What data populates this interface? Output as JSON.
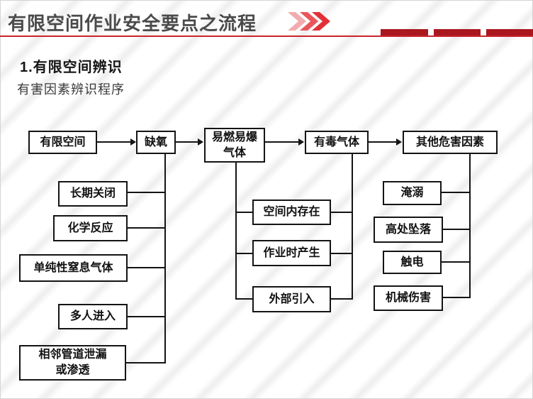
{
  "header": {
    "title": "有限空间作业安全要点之流程",
    "chevrons_icon": "triple-right-chevron",
    "accent_line_color": "#c9262c",
    "dash_color": "#a9181e"
  },
  "section": {
    "heading": "1.有限空间辨识",
    "subheading": "有害因素辨识程序"
  },
  "flowchart": {
    "node_border_color": "#141414",
    "nodes": {
      "confined_space": "有限空间",
      "oxygen_deficiency": "缺氧",
      "flammable_explosive_gas": "易燃易爆\n气体",
      "toxic_gas": "有毒气体",
      "other_hazards": "其他危害因素",
      "long_term_closed": "长期关闭",
      "chemical_reaction": "化学反应",
      "simple_asphyxiating_gas": "单纯性窒息气体",
      "multiple_people_entering": "多人进入",
      "adjacent_pipeline_leak": "相邻管道泄漏\n或渗透",
      "existing_in_space": "空间内存在",
      "generated_during_operation": "作业时产生",
      "external_introduction": "外部引入",
      "drowning": "淹溺",
      "fall_from_height": "高处坠落",
      "electric_shock": "触电",
      "mechanical_injury": "机械伤害"
    }
  }
}
